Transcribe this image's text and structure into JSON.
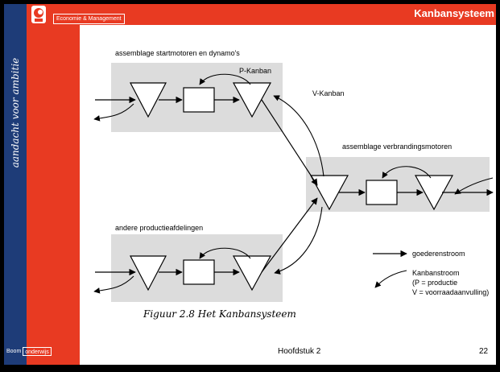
{
  "header": {
    "brand_label": "Economie & Management",
    "slide_title": "Kanbansysteem"
  },
  "sidebar": {
    "tagline": "aandacht voor ambitie"
  },
  "diagram": {
    "group_top_label": "assemblage startmotoren en dynamo's",
    "group_bottom_label": "andere productieafdelingen",
    "group_right_label": "assemblage verbrandingsmotoren",
    "p_kanban_label": "P-Kanban",
    "v_kanban_label": "V-Kanban",
    "legend": {
      "goods_flow": "goederenstroom",
      "kanban_flow": "Kanbanstroom",
      "p_def": "(P = productie",
      "v_def": "V = voorraadaanvulling)"
    },
    "caption": "Figuur 2.8  Het Kanbansysteem"
  },
  "footer": {
    "boom": "Boom",
    "onderwijs": "onderwijs",
    "chapter": "Hoofdstuk 2",
    "page": "22"
  },
  "colors": {
    "red": "#e83a22",
    "blue": "#1e3c78",
    "panel_gray": "#dcdcdc"
  }
}
